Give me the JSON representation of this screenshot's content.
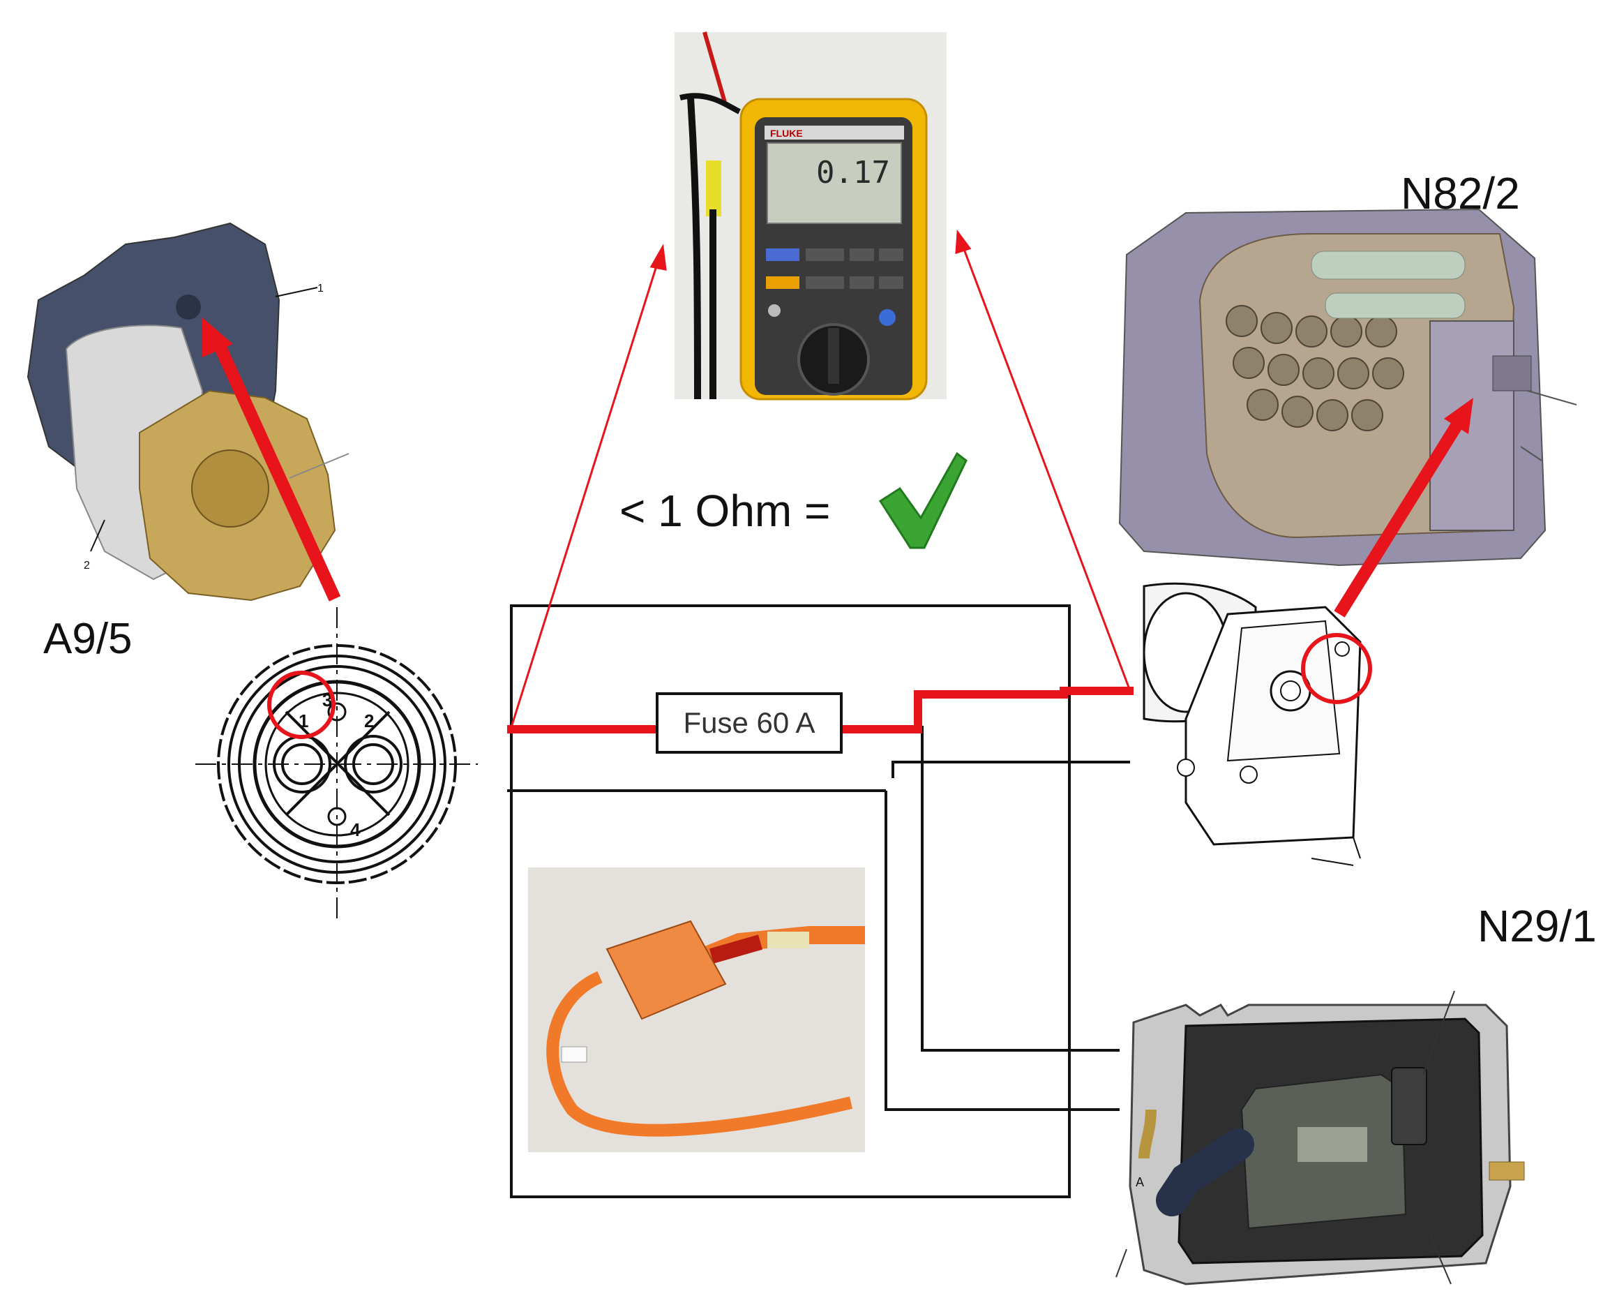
{
  "labels": {
    "a9_5": "A9/5",
    "n82_2": "N82/2",
    "n29_1": "N29/1",
    "ohm_rule": "< 1 Ohm =",
    "fuse": "Fuse 60 A",
    "meter_reading": "0.17",
    "meter_brand": "FLUKE",
    "connector_pins": [
      "1",
      "2",
      "3",
      "4"
    ],
    "compressor_callouts": [
      "1",
      "2"
    ],
    "n29_arrow_mark": "A"
  },
  "colors": {
    "wire_red": "#e8141b",
    "wire_black": "#111111",
    "check_green": "#3aa532",
    "meter_yellow": "#f2b705",
    "cable_orange": "#f07a2a"
  },
  "icons": {
    "check": "check-mark-icon"
  }
}
